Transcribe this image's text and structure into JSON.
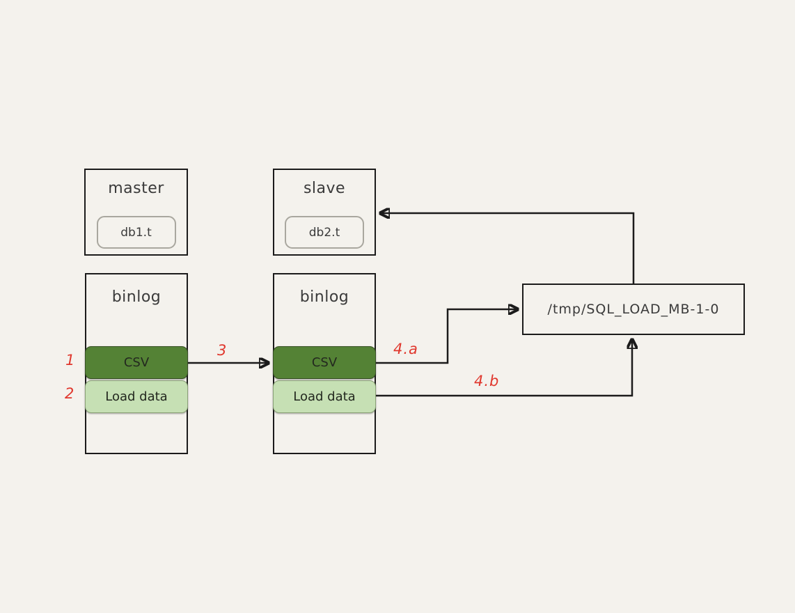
{
  "colors": {
    "canvas_bg": "#f4f2ed",
    "line_color": "#1b1b1b",
    "csv_fill": "#548235",
    "load_fill": "#c6e0b4",
    "annotation_red": "#e0382e"
  },
  "nodes": {
    "master": {
      "label": "master",
      "table": "db1.t"
    },
    "slave": {
      "label": "slave",
      "table": "db2.t"
    },
    "master_binlog": {
      "label": "binlog",
      "events": [
        {
          "label": "CSV"
        },
        {
          "label": "Load data"
        }
      ]
    },
    "slave_binlog": {
      "label": "binlog",
      "events": [
        {
          "label": "CSV"
        },
        {
          "label": "Load data"
        }
      ]
    },
    "tmp_file": {
      "label": "/tmp/SQL_LOAD_MB-1-0"
    }
  },
  "annotations": {
    "step1": "1",
    "step2": "2",
    "step3": "3",
    "step4a": "4.a",
    "step4b": "4.b"
  }
}
